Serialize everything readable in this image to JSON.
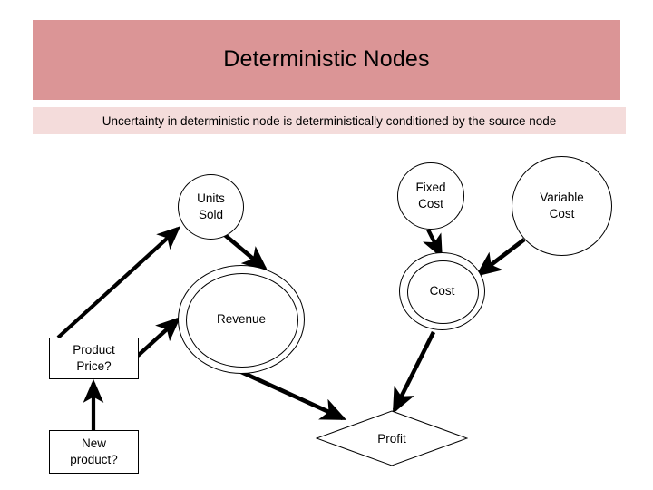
{
  "header": {
    "title": "Deterministic Nodes",
    "subtitle": "Uncertainty in deterministic node is deterministically conditioned by the source node",
    "title_band_color": "#db9596",
    "subtitle_band_color": "#f4dcdb"
  },
  "diagram": {
    "type": "influence-diagram",
    "nodes": [
      {
        "id": "units-sold",
        "label_line1": "Units",
        "label_line2": "Sold",
        "shape": "chance-circle"
      },
      {
        "id": "fixed-cost",
        "label_line1": "Fixed",
        "label_line2": "Cost",
        "shape": "chance-circle"
      },
      {
        "id": "variable-cost",
        "label_line1": "Variable",
        "label_line2": "Cost",
        "shape": "chance-circle"
      },
      {
        "id": "revenue",
        "label_line1": "Revenue",
        "label_line2": "",
        "shape": "deterministic-double-circle"
      },
      {
        "id": "cost",
        "label_line1": "Cost",
        "label_line2": "",
        "shape": "deterministic-double-circle"
      },
      {
        "id": "product-price",
        "label_line1": "Product",
        "label_line2": "Price?",
        "shape": "decision-rectangle"
      },
      {
        "id": "new-product",
        "label_line1": "New",
        "label_line2": "product?",
        "shape": "decision-rectangle"
      },
      {
        "id": "profit",
        "label_line1": "Profit",
        "label_line2": "",
        "shape": "value-diamond"
      }
    ],
    "edges": [
      {
        "from": "product-price",
        "to": "units-sold"
      },
      {
        "from": "product-price",
        "to": "revenue"
      },
      {
        "from": "units-sold",
        "to": "revenue"
      },
      {
        "from": "new-product",
        "to": "product-price"
      },
      {
        "from": "fixed-cost",
        "to": "cost"
      },
      {
        "from": "variable-cost",
        "to": "cost"
      },
      {
        "from": "revenue",
        "to": "profit"
      },
      {
        "from": "cost",
        "to": "profit"
      }
    ],
    "stroke_color": "#000000",
    "fill_color": "#ffffff"
  }
}
